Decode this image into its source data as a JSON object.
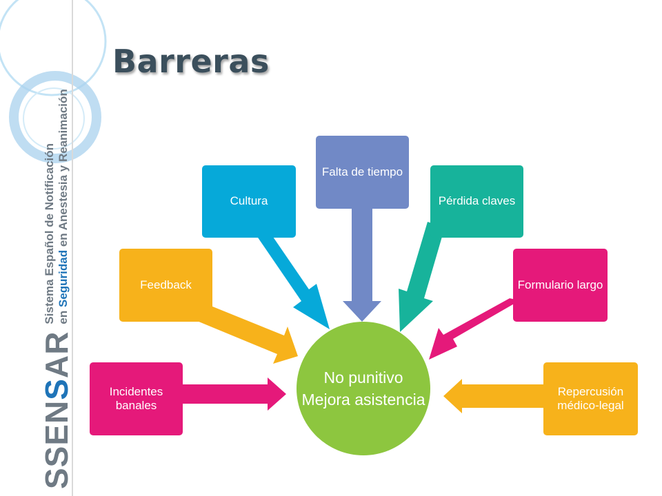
{
  "slide": {
    "title": "Barreras"
  },
  "branding": {
    "logo_prefix": "S",
    "logo_main_a": "SEN",
    "logo_main_b": "S",
    "logo_main_c": "AR",
    "tagline_line1": "Sistema Español de Notificación",
    "tagline_line2_pre": "en ",
    "tagline_line2_accent": "Seguridad",
    "tagline_line2_post": " en Anestesia y Reanimación"
  },
  "diagram": {
    "center": {
      "line1": "No punitivo",
      "line2": "Mejora asistencia",
      "color": "#8dc63f"
    },
    "barriers": [
      {
        "label": "Incidentes banales",
        "color": "#e5197a"
      },
      {
        "label": "Feedback",
        "color": "#f7b21b"
      },
      {
        "label": "Cultura",
        "color": "#06a9d9"
      },
      {
        "label": "Falta de tiempo",
        "color": "#7189c6"
      },
      {
        "label": "Pérdida claves",
        "color": "#17b39b"
      },
      {
        "label": "Formulario largo",
        "color": "#e5197a"
      },
      {
        "label": "Repercusión médico-legal",
        "color": "#f7b21b"
      }
    ]
  }
}
